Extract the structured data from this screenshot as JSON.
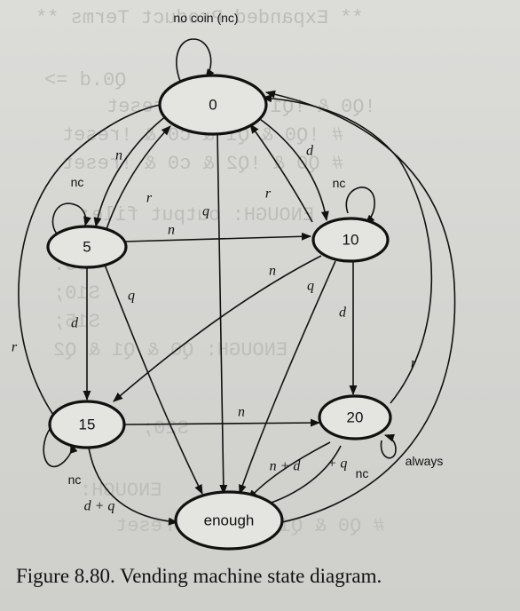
{
  "diagram": {
    "type": "state-diagram",
    "states": [
      {
        "id": "s0",
        "label": "0"
      },
      {
        "id": "s5",
        "label": "5"
      },
      {
        "id": "s10",
        "label": "10"
      },
      {
        "id": "s15",
        "label": "15"
      },
      {
        "id": "s20",
        "label": "20"
      },
      {
        "id": "enough",
        "label": "enough"
      }
    ],
    "transitions": [
      {
        "id": "t_0_0",
        "from": "s0",
        "to": "s0",
        "label": "no coin (nc)"
      },
      {
        "id": "t_0_5",
        "from": "s0",
        "to": "s5",
        "label": "n"
      },
      {
        "id": "t_5_0",
        "from": "s5",
        "to": "s0",
        "label": "r"
      },
      {
        "id": "t_0_10",
        "from": "s0",
        "to": "s10",
        "label": "d"
      },
      {
        "id": "t_10_0",
        "from": "s10",
        "to": "s0",
        "label": "r"
      },
      {
        "id": "t_0_enough",
        "from": "s0",
        "to": "enough",
        "label": "q"
      },
      {
        "id": "t_5_5",
        "from": "s5",
        "to": "s5",
        "label": "nc"
      },
      {
        "id": "t_5_10",
        "from": "s5",
        "to": "s10",
        "label": "n"
      },
      {
        "id": "t_5_15",
        "from": "s5",
        "to": "s15",
        "label": "d"
      },
      {
        "id": "t_5_enough",
        "from": "s5",
        "to": "enough",
        "label": "q"
      },
      {
        "id": "t_10_10",
        "from": "s10",
        "to": "s10",
        "label": "nc"
      },
      {
        "id": "t_10_15",
        "from": "s10",
        "to": "s15",
        "label": "n"
      },
      {
        "id": "t_10_20",
        "from": "s10",
        "to": "s20",
        "label": "d"
      },
      {
        "id": "t_10_enough",
        "from": "s10",
        "to": "enough",
        "label": "q"
      },
      {
        "id": "t_15_15",
        "from": "s15",
        "to": "s15",
        "label": "nc"
      },
      {
        "id": "t_15_0",
        "from": "s15",
        "to": "s0",
        "label": "r"
      },
      {
        "id": "t_15_20",
        "from": "s15",
        "to": "s20",
        "label": "n"
      },
      {
        "id": "t_15_enough",
        "from": "s15",
        "to": "enough",
        "label": "d + q"
      },
      {
        "id": "t_20_20",
        "from": "s20",
        "to": "s20",
        "label": "nc"
      },
      {
        "id": "t_20_0",
        "from": "s20",
        "to": "s0",
        "label": "r"
      },
      {
        "id": "t_20_enough_nd",
        "from": "s20",
        "to": "enough",
        "label": "n + d"
      },
      {
        "id": "t_20_enough_q",
        "from": "s20",
        "to": "enough",
        "label": "+ q"
      },
      {
        "id": "t_enough_0",
        "from": "enough",
        "to": "s0",
        "label": "always"
      }
    ]
  },
  "caption": "Figure 8.80. Vending machine state diagram.",
  "background_text": [
    "** Expanded Product Terms **",
    "Q0.d  =>",
    "!Q0 & !Q1 & c0 & !reset",
    "# !Q0 & Q1 & c0 & !reset",
    "# Q0 & !Q2 & c0 & !reset",
    "ENOUGH: output file;",
    "S5:",
    "S10;",
    "S15;",
    "ENOUGH: Q0 & Q1 & Q2",
    "S20;",
    "ENOUGH:",
    "# Q0 & Q1 & S1 & !reset"
  ],
  "colors": {
    "paper": "#d6d6d3",
    "ink": "#111111",
    "bleed_through": "#bdbdb9"
  }
}
